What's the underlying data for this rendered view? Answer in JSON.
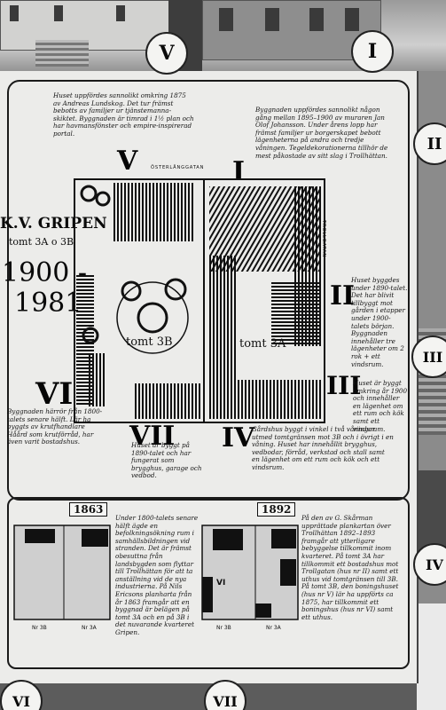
{
  "badges": {
    "top_v": "V",
    "top_i": "I",
    "right_ii": "II",
    "right_iii": "III",
    "right_iv": "IV",
    "bottom_vi": "VI",
    "bottom_vii": "VII"
  },
  "sign": {
    "title_line1": "K.V. GRIPEN",
    "title_line2": "tomt 3A o 3B",
    "years_a": "1900 -",
    "years_b": "1981",
    "street_top": "ÖSTERLÅNGGATAN",
    "street_right": "TROLLGATAN",
    "lot_3b": "tomt 3B",
    "lot_3a": "tomt 3A",
    "roman": {
      "v": "V",
      "i": "I",
      "ii": "II",
      "iii": "III",
      "iv": "IV",
      "vi": "VI",
      "vii": "VII"
    },
    "notes": {
      "v": "Huset uppfördes sannolikt omkring 1875 av Andreas Lundskog. Det tur främst bebotts av familjer ur tjänstemanna-skiktet. Byggnaden är timrad i 1½ plan och har havmansfönster och empire-inspirerad portal.",
      "i": "Byggnaden uppfördes sannolikt någon gång mellan 1895–1900 av muraren Jan Olof Johansson. Under årens lopp har främst familjer ur borgerskapet bebott lägenheterna på andra och tredje våningen. Tegeldekorationerna tillhör de mest påkostade av sitt slag i Trollhättan.",
      "ii": "Huset byggdes under 1890-talet. Det har blivit tillbyggt mot gården i etapper under 1900-talets början. Byggnaden innehåller tre lägenheter om 2 rok + ett vindsrum.",
      "iii": "Huset är byggt omkring år 1900 och innehåller en lägenhet om ett rum och kök samt ett vindsrum.",
      "vi": "Byggnaden härrör från 1800-talets senare hälft. Lär ha byggts av krutfhandlare Håård som krutförråd, har även varit bostadshus.",
      "vii": "Huset är byggt på 1890-talet och har fungerat som brygghus, garage och vedbod.",
      "iv": "Gårdshus byggt i vinkel i två våningar utmed tomtgränsen mot 3B och i övrigt i en våning. Huset har innehållit brygghus, vedbodar, förråd, verkstad och stall samt en lägenhet om ett rum och kök och ett vindsrum.",
      "history": "Under 1800-talets senare hälft ägde en befolkningsökning rum i samhällsbildningen vid stranden. Det är främst obesuttna från landsbygden som flyttar till Trollhättan för att ta anställning vid de nya industrierna. På Nils Ericsons planharta från år 1863 framgår att en byggnad är belägen på tomt 3A och en på 3B i det nuvarande kvarteret Gripen.",
      "map1892": "På den av G. Skårman upprättade plankartan över Trollhättan 1892–1893 framgår att ytterligare bebyggelse tillkommit inom kvarteret. På tomt 3A har tillkommit ett bostadshus mot Trollgatan (hus nr II) samt ett uthus vid tomtgränsen till 3B. På tomt 3B, den boningshuset (hus nr V) lär ha uppförts ca 1875, har tillkommit ett boningshus (hus nr VI) samt ett uthus."
    },
    "map_1863": {
      "year": "1863",
      "lbl_a": "Nr 3B",
      "lbl_b": "Nr 3A"
    },
    "map_1892": {
      "year": "1892",
      "lbl_a": "Nr 3B",
      "lbl_b": "Nr 3A",
      "vi": "VI"
    }
  }
}
